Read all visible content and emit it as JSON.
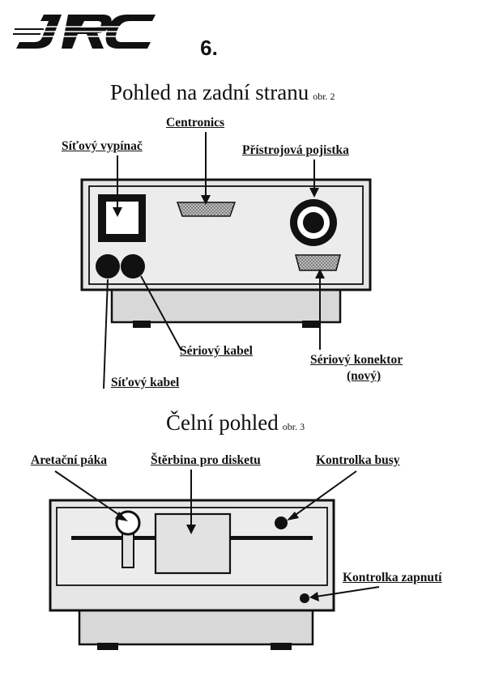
{
  "header": {
    "logo_text": "JRC",
    "page_number": "6."
  },
  "rear_view": {
    "title": "Pohled na zadní stranu",
    "figure_ref": "obr. 2",
    "labels": {
      "centronics": "Centronics",
      "power_switch": "Síťový vypínač",
      "fuse": "Přístrojová pojistka",
      "serial_cable": "Sériový kabel",
      "serial_connector_line1": "Sériový konektor",
      "serial_connector_line2": "(nový)",
      "power_cable": "Síťový kabel"
    }
  },
  "front_view": {
    "title": "Čelní pohled",
    "figure_ref": "obr. 3",
    "labels": {
      "lock_lever": "Aretační páka",
      "disk_slot": "Štěrbina pro disketu",
      "busy_led": "Kontrolka busy",
      "power_led": "Kontrolka zapnutí"
    }
  },
  "colors": {
    "ink": "#111111",
    "panel_fill": "#e6e6e6",
    "panel_screen": "#cfcfcf"
  }
}
